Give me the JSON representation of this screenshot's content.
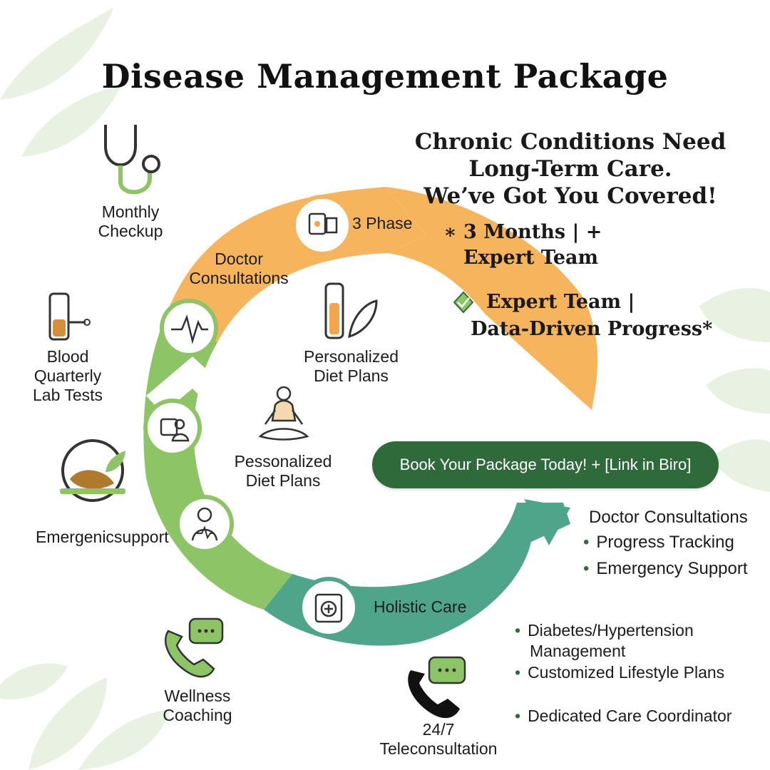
{
  "title": "Disease Management Package",
  "tagline": {
    "line1": "Chronic Conditions Need",
    "line2": "Long-Term Care.",
    "line3": "We’ve Got You Covered!",
    "sub1": "∗ 3 Months | +",
    "sub2": "Expert Team",
    "sub3": "Expert Team |",
    "sub4": "Data-Driven Progress*"
  },
  "cycle": {
    "phase_label": "3 Phase",
    "doctor_consult_1": "Doctor",
    "doctor_consult_2": "Consultations",
    "diet1_line1": "Personalized",
    "diet1_line2": "Diet Plans",
    "diet2_line1": "Pessonalized",
    "diet2_line2": "Diet Plans",
    "holistic": "Holistic Care"
  },
  "left_items": {
    "checkup_1": "Monthly",
    "checkup_2": "Checkup",
    "blood_1": "Blood",
    "blood_2": "Quarterly",
    "blood_3": "Lab Tests",
    "emergency": "Emergenicsupport",
    "wellness_1": "Wellness",
    "wellness_2": "Coaching"
  },
  "cta_label": "Book Your Package Today! + [Link in Biro]",
  "right_list": {
    "heading": "Doctor Consultations",
    "items": [
      "Progress Tracking",
      "Emergency Support"
    ]
  },
  "bottom_list": {
    "items": [
      "Diabetes/Hypertension",
      "Management",
      "Customized Lifestyle Plans",
      "Dedicated Care Coordinator"
    ]
  },
  "tele_1": "24/7",
  "tele_2": "Teleconsultation",
  "colors": {
    "orange": "#f6b55c",
    "green": "#8cc466",
    "teal": "#4fa58a",
    "dark_green": "#2f6b3a"
  }
}
